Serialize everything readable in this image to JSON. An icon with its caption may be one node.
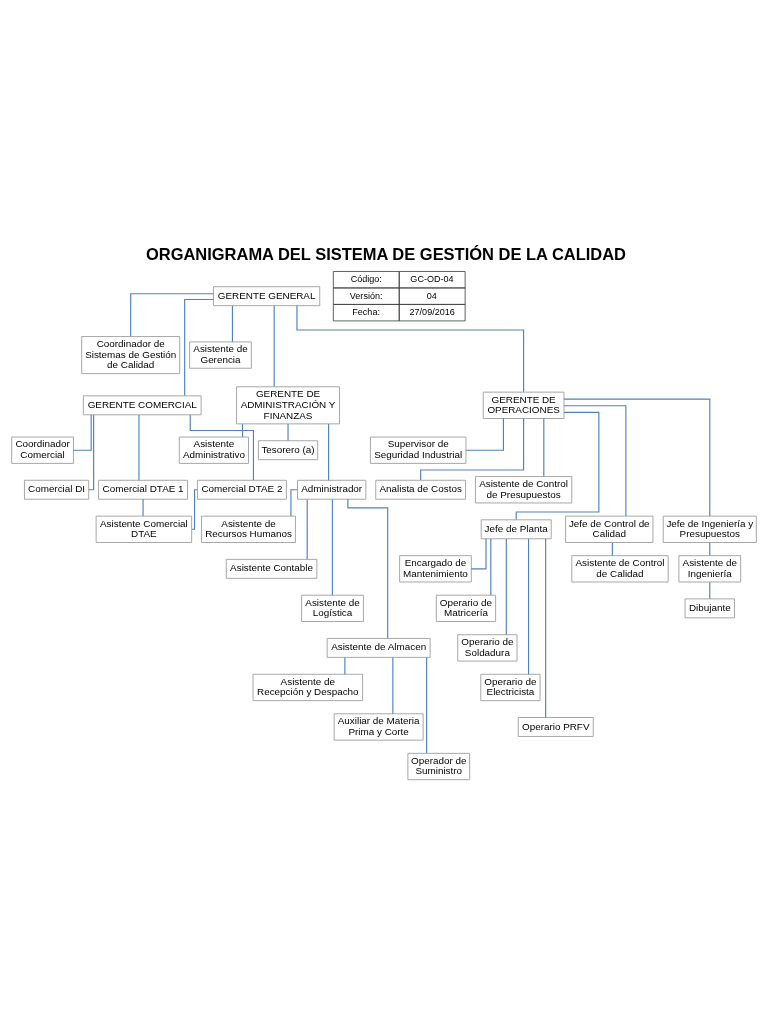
{
  "diagram": {
    "title": "ORGANIGRAMA DEL SISTEMA DE GESTIÓN DE LA CALIDAD",
    "nodes": [
      {
        "text": [
          "GERENTE GENERAL"
        ]
      },
      {
        "text": [
          "Coordinador de Sistemas de Gestión de Calidad"
        ]
      },
      {
        "text": [
          "Asistente de Gerencia"
        ]
      },
      {
        "text": [
          "GERENTE COMERCIAL"
        ]
      },
      {
        "text": [
          "GERENTE DE ADMINISTRACIÓN Y FINANZAS"
        ]
      },
      {
        "text": [
          "GERENTE DE OPERACIONES"
        ]
      },
      {
        "text": [
          "Asistente Administrativo"
        ]
      },
      {
        "text": [
          "Tesorero (a)"
        ]
      },
      {
        "text": [
          "Administrador"
        ]
      },
      {
        "text": [
          "Coordinador Comercial"
        ]
      },
      {
        "text": [
          "Comercial DI"
        ]
      },
      {
        "text": [
          "Comercial DTAE 1"
        ]
      },
      {
        "text": [
          "Comercial DTAE 2"
        ]
      },
      {
        "text": [
          "Asistente Comercial DTAE"
        ]
      },
      {
        "text": [
          "Asistente de Recursos Humanos"
        ]
      },
      {
        "text": [
          "Asistente Contable"
        ]
      },
      {
        "text": [
          "Asistente de Logística"
        ]
      },
      {
        "text": [
          "Asistente de Almacen"
        ]
      },
      {
        "text": [
          "Asistente de Recepción y Despacho"
        ]
      },
      {
        "text": [
          "Auxiliar de Materia Prima y Corte"
        ]
      },
      {
        "text": [
          "Operador de Suministro"
        ]
      },
      {
        "text": [
          "Supervisor de Seguridad Industrial"
        ]
      },
      {
        "text": [
          "Analista de Costos"
        ]
      },
      {
        "text": [
          "Asistente de Control de Presupuestos"
        ]
      },
      {
        "text": [
          "Jefe de Planta"
        ]
      },
      {
        "text": [
          "Jefe de Control de Calidad"
        ]
      },
      {
        "text": [
          "Jefe de Ingeniería y Presupuestos"
        ]
      },
      {
        "text": [
          "Encargado de Mantenimiento"
        ]
      },
      {
        "text": [
          "Asistente de Control de Calidad"
        ]
      },
      {
        "text": [
          "Asistente de Ingeniería"
        ]
      },
      {
        "text": [
          "Dibujante"
        ]
      },
      {
        "text": [
          "Operario de Matricería"
        ]
      },
      {
        "text": [
          "Operario de Soldadura"
        ]
      },
      {
        "text": [
          "Operario de Electricista"
        ]
      },
      {
        "text": [
          "Operario PRFV"
        ]
      }
    ],
    "edges": [
      {
        "from": 0,
        "to": 1,
        "arrow": "none"
      },
      {
        "from": 0,
        "to": 2,
        "arrow": "none"
      },
      {
        "from": 0,
        "to": 3,
        "arrow": "none"
      },
      {
        "from": 0,
        "to": 4,
        "arrow": "none"
      },
      {
        "from": 0,
        "to": 5,
        "arrow": "none"
      },
      {
        "from": 4,
        "to": 6,
        "arrow": "none"
      },
      {
        "from": 4,
        "to": 7,
        "arrow": "none"
      },
      {
        "from": 4,
        "to": 8,
        "arrow": "none"
      },
      {
        "from": 3,
        "to": 9,
        "arrow": "none"
      },
      {
        "from": 3,
        "to": 10,
        "arrow": "none"
      },
      {
        "from": 3,
        "to": 11,
        "arrow": "none"
      },
      {
        "from": 3,
        "to": 12,
        "arrow": "none"
      },
      {
        "from": 11,
        "to": 13,
        "arrow": "none"
      },
      {
        "from": 12,
        "to": 13,
        "arrow": "none"
      },
      {
        "from": 8,
        "to": 14,
        "arrow": "none"
      },
      {
        "from": 8,
        "to": 15,
        "arrow": "none"
      },
      {
        "from": 8,
        "to": 16,
        "arrow": "none"
      },
      {
        "from": 8,
        "to": 17,
        "arrow": "none"
      },
      {
        "from": 17,
        "to": 18,
        "arrow": "none"
      },
      {
        "from": 17,
        "to": 19,
        "arrow": "none"
      },
      {
        "from": 17,
        "to": 20,
        "arrow": "none"
      },
      {
        "from": 5,
        "to": 21,
        "arrow": "none"
      },
      {
        "from": 5,
        "to": 22,
        "arrow": "none"
      },
      {
        "from": 5,
        "to": 23,
        "arrow": "none"
      },
      {
        "from": 5,
        "to": 24,
        "arrow": "none"
      },
      {
        "from": 5,
        "to": 25,
        "arrow": "none"
      },
      {
        "from": 5,
        "to": 26,
        "arrow": "none"
      },
      {
        "from": 24,
        "to": 27,
        "arrow": "none"
      },
      {
        "from": 24,
        "to": 31,
        "arrow": "none"
      },
      {
        "from": 24,
        "to": 32,
        "arrow": "none"
      },
      {
        "from": 24,
        "to": 33,
        "arrow": "none"
      },
      {
        "from": 24,
        "to": 34,
        "arrow": "none"
      },
      {
        "from": 25,
        "to": 28,
        "arrow": "none"
      },
      {
        "from": 26,
        "to": 29,
        "arrow": "none"
      },
      {
        "from": 29,
        "to": 30,
        "arrow": "none"
      }
    ],
    "labels": [
      "Código:",
      "GC-OD-04",
      "Versión:",
      "04",
      "Fecha:",
      "27/09/2016"
    ]
  }
}
